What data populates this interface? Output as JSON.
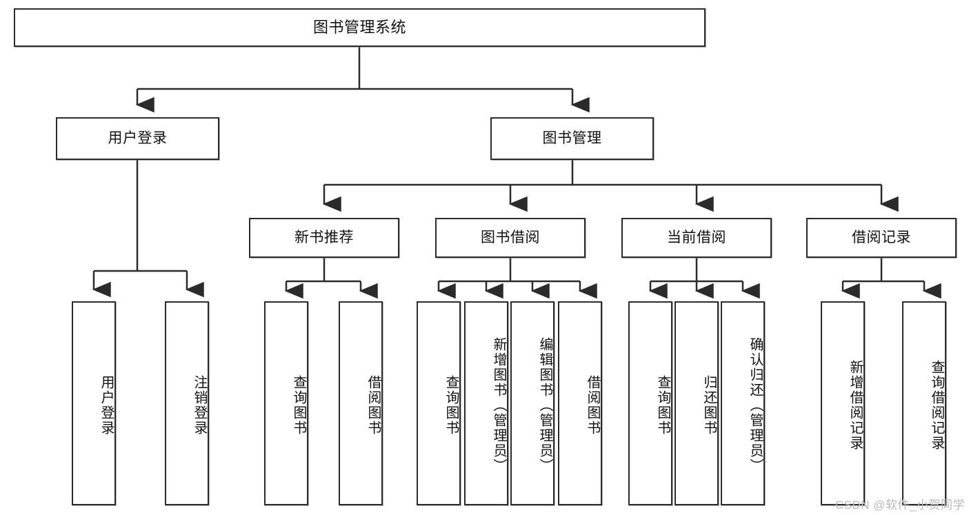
{
  "diagram": {
    "title": "图书管理系统",
    "type": "tree-hierarchy-diagram",
    "watermark": "CSDN @软件_小贺同学",
    "colors": {
      "stroke": "#2b2b2b",
      "fill": "#ffffff",
      "text": "#111111",
      "watermark": "#b9b9b9",
      "background": "#ffffff"
    },
    "root": {
      "label": "图书管理系统"
    },
    "level2": [
      {
        "label": "用户登录"
      },
      {
        "label": "图书管理"
      }
    ],
    "level3": [
      {
        "label": "新书推荐"
      },
      {
        "label": "图书借阅"
      },
      {
        "label": "当前借阅"
      },
      {
        "label": "借阅记录"
      }
    ],
    "leaves": {
      "user_login": [
        {
          "label": "用户登录"
        },
        {
          "label": "注销登录"
        }
      ],
      "new_book_recommend": [
        {
          "label": "查询图书"
        },
        {
          "label": "借阅图书"
        }
      ],
      "book_borrow": [
        {
          "label": "查询图书"
        },
        {
          "label": "新增图书（管理员）"
        },
        {
          "label": "编辑图书（管理员）"
        },
        {
          "label": "借阅图书"
        }
      ],
      "current_borrow": [
        {
          "label": "查询图书"
        },
        {
          "label": "归还图书"
        },
        {
          "label": "确认归还（管理员）"
        }
      ],
      "borrow_record": [
        {
          "label": "新增借阅记录"
        },
        {
          "label": "查询借阅记录"
        }
      ]
    }
  }
}
